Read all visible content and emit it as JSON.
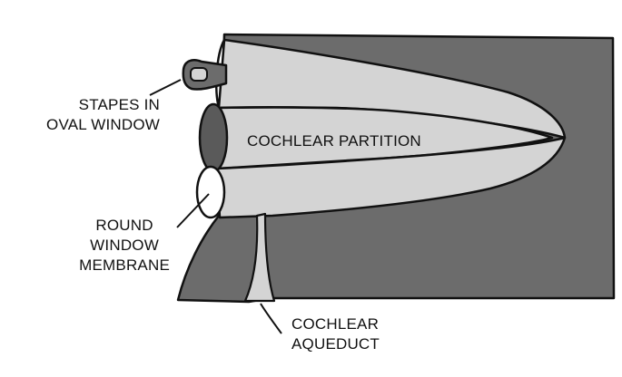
{
  "labels": {
    "stapes": [
      "STAPES IN",
      "OVAL WINDOW"
    ],
    "round_window": [
      "ROUND",
      "WINDOW",
      "MEMBRANE"
    ],
    "partition": "COCHLEAR PARTITION",
    "aqueduct": [
      "COCHLEAR",
      "AQUEDUCT"
    ]
  },
  "colors": {
    "bone": "#6c6c6c",
    "scala_fill": "#d4d4d4",
    "oval_window": "#5a5a5a",
    "round_window": "#ffffff",
    "outline": "#111111"
  }
}
